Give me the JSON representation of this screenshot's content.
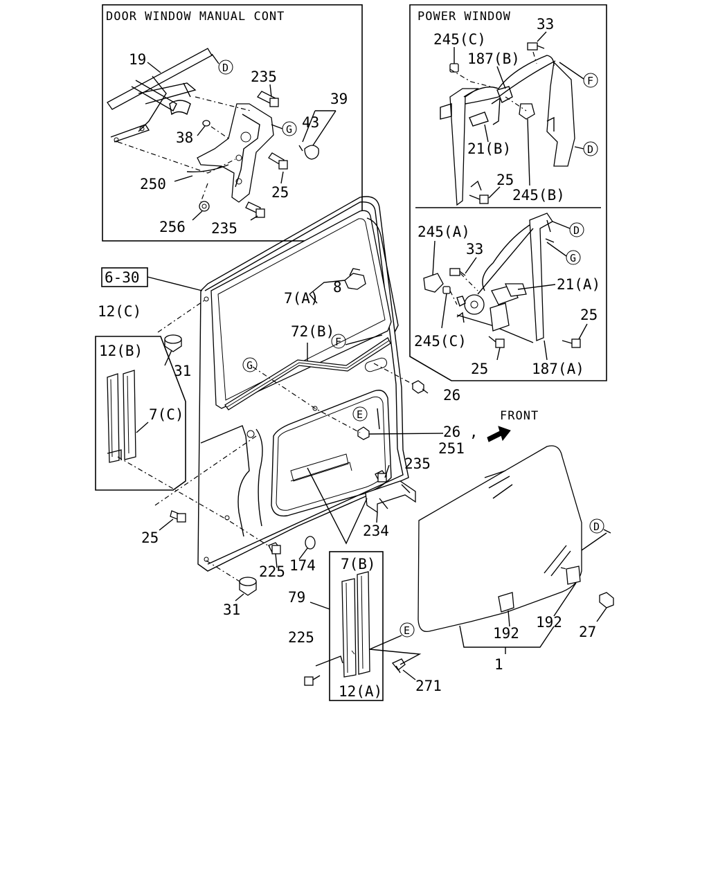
{
  "boxes": {
    "manual": {
      "title": "DOOR WINDOW MANUAL CONT"
    },
    "power": {
      "title": "POWER WINDOW"
    },
    "ref": {
      "label": "6-30"
    },
    "front": {
      "label": "FRONT"
    }
  },
  "callouts": {
    "D1": "D",
    "G1": "G",
    "F1": "F",
    "D2": "D",
    "D3": "D",
    "G2": "G",
    "G3": "G",
    "F2": "F",
    "E1": "E",
    "D4": "D",
    "E2": "E"
  },
  "labels": {
    "p19": "19",
    "p235a": "235",
    "p39": "39",
    "p43": "43",
    "p38": "38",
    "p250": "250",
    "p25a": "25",
    "p256": "256",
    "p235b": "235",
    "p33a": "33",
    "p245c_top": "245(C)",
    "p187b": "187(B)",
    "p21b": "21(B)",
    "p25b": "25",
    "p245b": "245(B)",
    "p245a": "245(A)",
    "p33b": "33",
    "p21a": "21(A)",
    "p25c": "25",
    "p245c_bot": "245(C)",
    "p25d": "25",
    "p187a": "187(A)",
    "p12c": "12(C)",
    "p12b": "12(B)",
    "p7c": "7(C)",
    "p31a": "31",
    "p7a": "7(A)",
    "p8": "8",
    "p72b": "72(B)",
    "p26a": "26",
    "p26b": "26 ,",
    "p251": "251",
    "p235c": "235",
    "p234": "234",
    "p25e": "25",
    "p225a": "225",
    "p174": "174",
    "p31b": "31",
    "p79": "79",
    "p7b": "7(B)",
    "p225b": "225",
    "p12a": "12(A)",
    "p271": "271",
    "p192a": "192",
    "p192b": "192",
    "p27": "27",
    "p1": "1"
  }
}
